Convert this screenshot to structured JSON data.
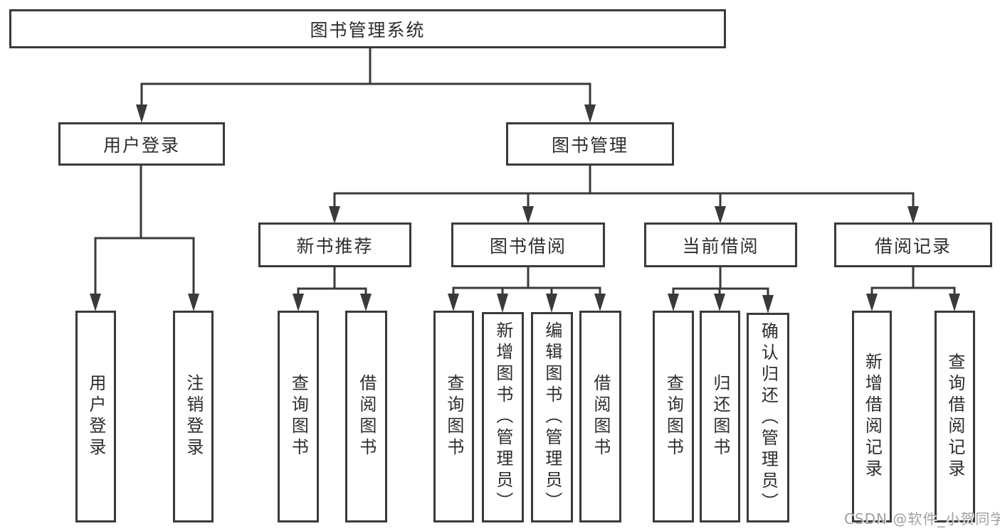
{
  "diagram": {
    "tree": {
      "root": {
        "label": "图书管理系统"
      },
      "branches": [
        {
          "label": "用户登录",
          "children": [
            {
              "label": "用户登录"
            },
            {
              "label": "注销登录"
            }
          ]
        },
        {
          "label": "图书管理",
          "children": [
            {
              "label": "新书推荐",
              "children": [
                {
                  "label": "查询图书"
                },
                {
                  "label": "借阅图书"
                }
              ]
            },
            {
              "label": "图书借阅",
              "children": [
                {
                  "label": "查询图书"
                },
                {
                  "label": "新增图书（管理员）"
                },
                {
                  "label": "编辑图书（管理员）"
                },
                {
                  "label": "借阅图书"
                }
              ]
            },
            {
              "label": "当前借阅",
              "children": [
                {
                  "label": "查询图书"
                },
                {
                  "label": "归还图书"
                },
                {
                  "label": "确认归还（管理员）"
                }
              ]
            },
            {
              "label": "借阅记录",
              "children": [
                {
                  "label": "新增借阅记录"
                },
                {
                  "label": "查询借阅记录"
                }
              ]
            }
          ]
        }
      ]
    },
    "colors": {
      "line": "#3a3a3a",
      "text": "#2d2d2d",
      "background": "#ffffff",
      "watermark": "#a0a0a0"
    }
  },
  "watermark": {
    "text": "CSDN @软件_小贺同学"
  }
}
